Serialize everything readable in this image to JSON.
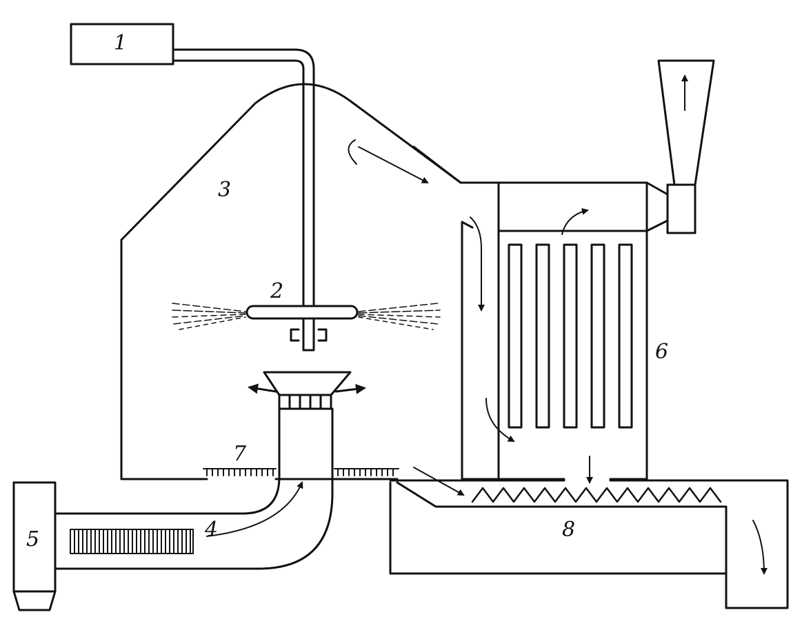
{
  "diagram": {
    "stroke_color": "#111111",
    "background": "#ffffff",
    "labels": {
      "feed_tank": "1",
      "atomizer": "2",
      "drying_chamber": "3",
      "air_duct": "4",
      "fan": "5",
      "bag_filter": "6",
      "air_distributor": "7",
      "screw_conveyor": "8"
    }
  }
}
